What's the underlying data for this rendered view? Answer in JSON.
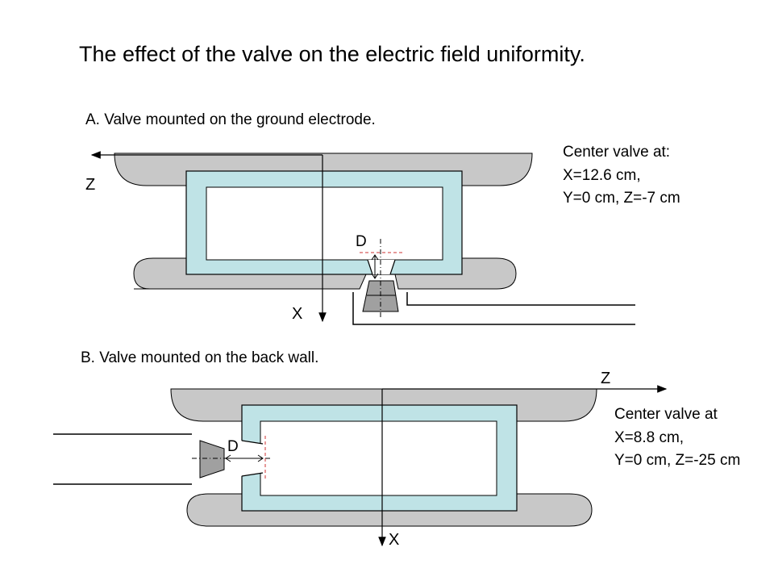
{
  "title": "The effect of the valve on the electric field uniformity.",
  "diagram_a": {
    "caption": "A. Valve mounted on the ground electrode.",
    "axis_z": "Z",
    "axis_x": "X",
    "gap_label": "D",
    "note_lines": [
      "Center valve at:",
      "X=12.6 cm,",
      "Y=0 cm, Z=-7 cm"
    ]
  },
  "diagram_b": {
    "caption": "B. Valve mounted on the back wall.",
    "axis_z": "Z",
    "axis_x": "X",
    "gap_label": "D",
    "note_lines": [
      "Center valve at",
      "X=8.8 cm,",
      "Y=0 cm, Z=-25 cm"
    ]
  },
  "colors": {
    "chamber": "#bfe3e6",
    "electrode": "#c8c8c8",
    "valve": "#a0a0a0",
    "center_line": "#cc3333",
    "stroke": "#000000"
  }
}
